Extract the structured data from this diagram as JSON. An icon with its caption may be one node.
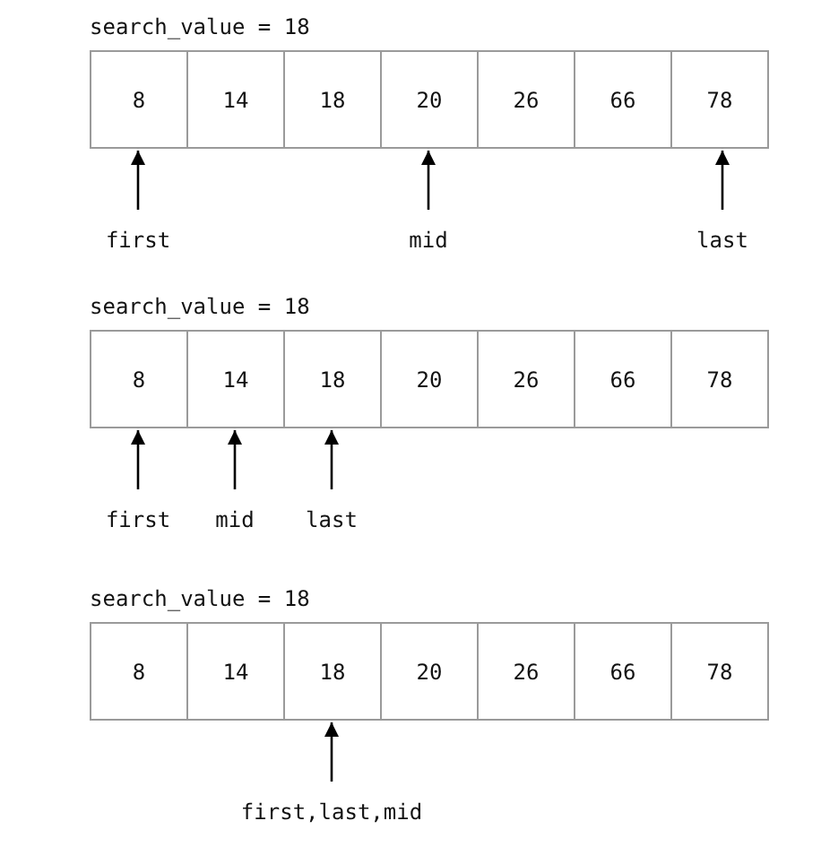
{
  "diagram": {
    "nodes": [
      {
        "text": [
          "8"
        ]
      },
      {
        "text": [
          "14"
        ]
      },
      {
        "text": [
          "18"
        ]
      },
      {
        "text": [
          "20"
        ]
      },
      {
        "text": [
          "26"
        ]
      },
      {
        "text": [
          "66"
        ]
      },
      {
        "text": [
          "78"
        ]
      },
      {
        "text": [
          "first"
        ]
      },
      {
        "text": [
          "mid"
        ]
      },
      {
        "text": [
          "last"
        ]
      },
      {
        "text": [
          "8"
        ]
      },
      {
        "text": [
          "14"
        ]
      },
      {
        "text": [
          "18"
        ]
      },
      {
        "text": [
          "20"
        ]
      },
      {
        "text": [
          "26"
        ]
      },
      {
        "text": [
          "66"
        ]
      },
      {
        "text": [
          "78"
        ]
      },
      {
        "text": [
          "first"
        ]
      },
      {
        "text": [
          "mid"
        ]
      },
      {
        "text": [
          "last"
        ]
      },
      {
        "text": [
          "8"
        ]
      },
      {
        "text": [
          "14"
        ]
      },
      {
        "text": [
          "18"
        ]
      },
      {
        "text": [
          "20"
        ]
      },
      {
        "text": [
          "26"
        ]
      },
      {
        "text": [
          "66"
        ]
      },
      {
        "text": [
          "78"
        ]
      },
      {
        "text": [
          "first,last,mid"
        ]
      }
    ],
    "edges": [
      {
        "from": 7,
        "to": 0,
        "arrow": "to"
      },
      {
        "from": 8,
        "to": 3,
        "arrow": "to"
      },
      {
        "from": 9,
        "to": 6,
        "arrow": "to"
      },
      {
        "from": 17,
        "to": 10,
        "arrow": "to"
      },
      {
        "from": 18,
        "to": 11,
        "arrow": "to"
      },
      {
        "from": 19,
        "to": 12,
        "arrow": "to"
      },
      {
        "from": 27,
        "to": 22,
        "arrow": "to"
      }
    ],
    "labels": [
      "search_value = 18",
      "search_value = 18",
      "search_value = 18"
    ]
  }
}
